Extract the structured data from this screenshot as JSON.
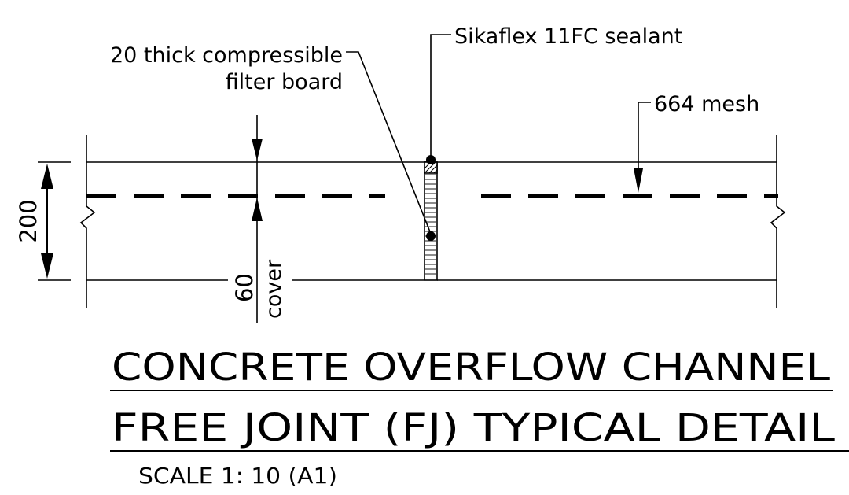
{
  "labels": {
    "filter_board_line1": "20 thick compressible",
    "filter_board_line2": "filter board",
    "sealant": "Sikaflex 11FC sealant",
    "mesh": "664 mesh",
    "depth_dim": "200",
    "cover_value": "60",
    "cover_word": "cover"
  },
  "title": {
    "line1": "CONCRETE OVERFLOW CHANNEL",
    "line2": "FREE JOINT (FJ) TYPICAL DETAIL",
    "scale": "SCALE 1: 10 (A1)"
  },
  "colors": {
    "line": "#000000",
    "background": "#ffffff"
  }
}
